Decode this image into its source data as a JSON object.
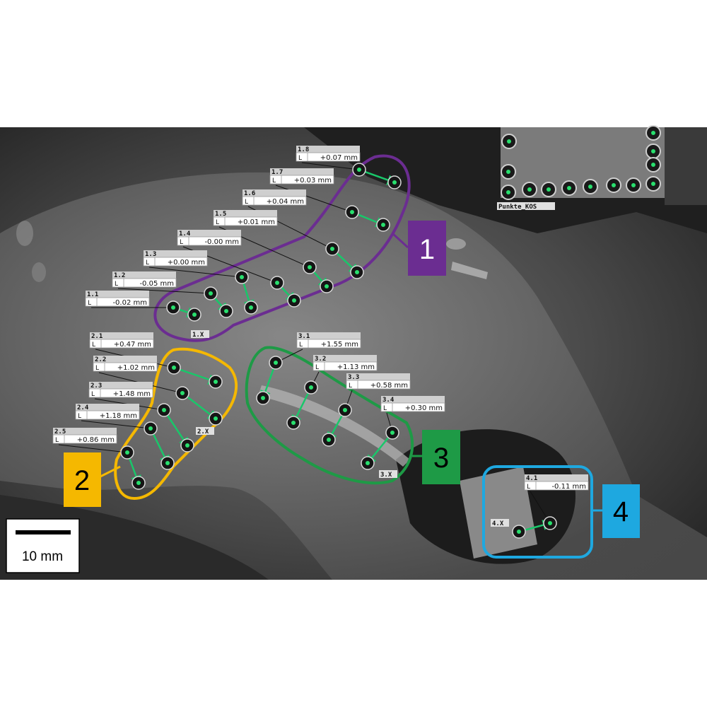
{
  "colors": {
    "group1": "#6b2d91",
    "group2": "#f5b800",
    "group3": "#1e9a46",
    "group4": "#1ea8e0",
    "arrow": "#19c76a",
    "marker_center": "#29e06e"
  },
  "reference_label": "Punkte_KOS",
  "scale_bar": {
    "text": "10 mm"
  },
  "groups": [
    {
      "id": "1",
      "label": "1",
      "end_label": "1.X",
      "measurements": [
        {
          "name": "1.1",
          "type": "L",
          "value": "-0.02 mm"
        },
        {
          "name": "1.2",
          "type": "L",
          "value": "-0.05 mm"
        },
        {
          "name": "1.3",
          "type": "L",
          "value": "+0.00 mm"
        },
        {
          "name": "1.4",
          "type": "L",
          "value": "-0.00 mm"
        },
        {
          "name": "1.5",
          "type": "L",
          "value": "+0.01 mm"
        },
        {
          "name": "1.6",
          "type": "L",
          "value": "+0.04 mm"
        },
        {
          "name": "1.7",
          "type": "L",
          "value": "+0.03 mm"
        },
        {
          "name": "1.8",
          "type": "L",
          "value": "+0.07 mm"
        }
      ]
    },
    {
      "id": "2",
      "label": "2",
      "end_label": "2.X",
      "measurements": [
        {
          "name": "2.1",
          "type": "L",
          "value": "+0.47 mm"
        },
        {
          "name": "2.2",
          "type": "L",
          "value": "+1.02 mm"
        },
        {
          "name": "2.3",
          "type": "L",
          "value": "+1.48 mm"
        },
        {
          "name": "2.4",
          "type": "L",
          "value": "+1.18 mm"
        },
        {
          "name": "2.5",
          "type": "L",
          "value": "+0.86 mm"
        }
      ]
    },
    {
      "id": "3",
      "label": "3",
      "end_label": "3.X",
      "measurements": [
        {
          "name": "3.1",
          "type": "L",
          "value": "+1.55 mm"
        },
        {
          "name": "3.2",
          "type": "L",
          "value": "+1.13 mm"
        },
        {
          "name": "3.3",
          "type": "L",
          "value": "+0.58 mm"
        },
        {
          "name": "3.4",
          "type": "L",
          "value": "+0.30 mm"
        }
      ]
    },
    {
      "id": "4",
      "label": "4",
      "end_label": "4.X",
      "measurements": [
        {
          "name": "4.1",
          "type": "L",
          "value": "-0.11 mm"
        }
      ]
    }
  ]
}
